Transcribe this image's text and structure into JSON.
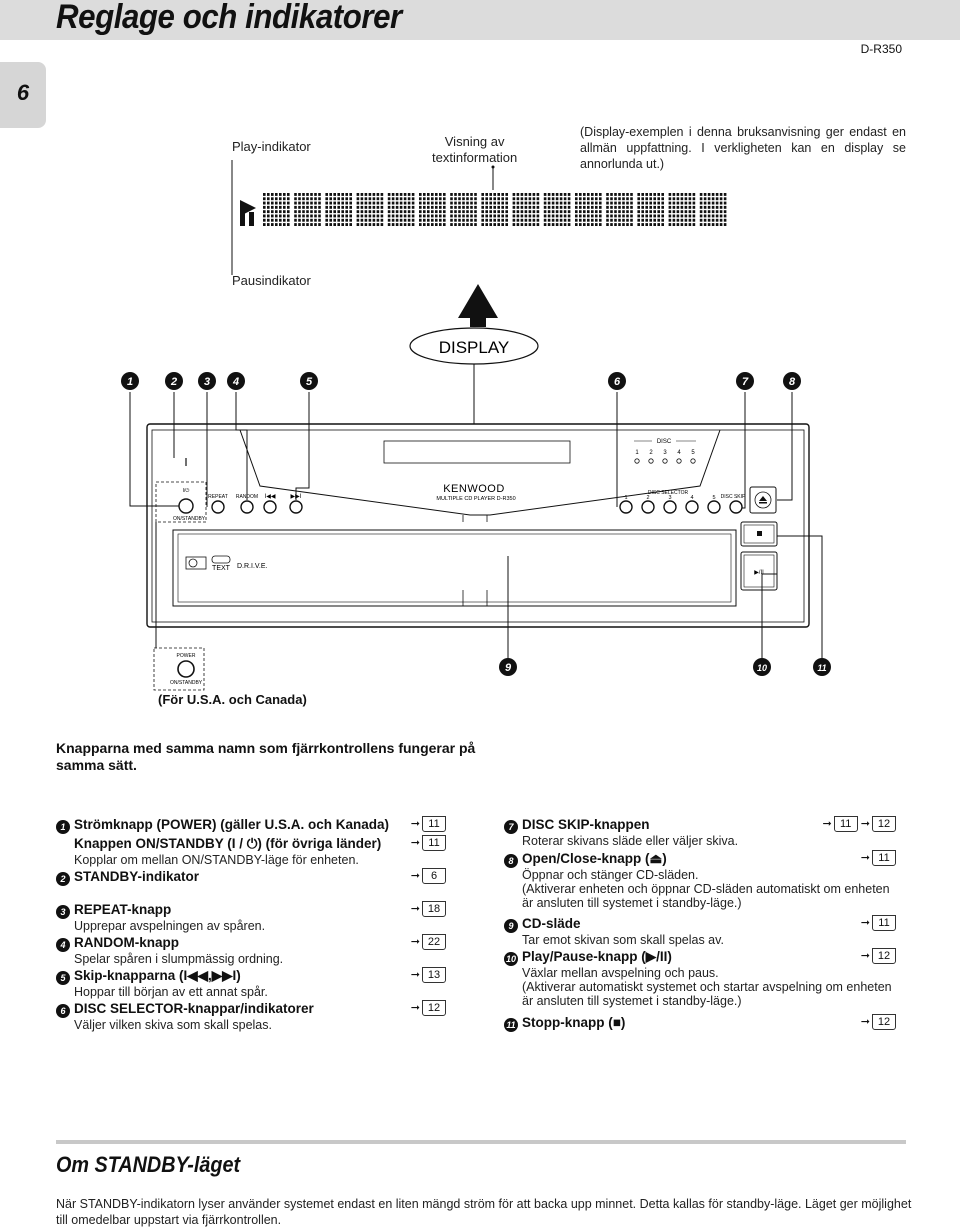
{
  "header": {
    "title": "Reglage och indikatorer",
    "model": "D-R350",
    "page_number": "6"
  },
  "display_section": {
    "play_indicator_label": "Play-indikator",
    "text_info_label_line1": "Visning av",
    "text_info_label_line2": "textinformation",
    "note": "(Display-exemplen i denna bruksanvisning ger endast en allmän uppfattning. I verkligheten kan en display se annorlunda ut.)",
    "pause_indicator_label": "Pausindikator",
    "display_callout": "DISPLAY"
  },
  "device": {
    "brand": "KENWOOD",
    "model_text": "MULTIPLE CD PLAYER D-R350",
    "disc_label": "DISC",
    "disc_numbers": [
      "1",
      "2",
      "3",
      "4",
      "5"
    ],
    "disc_selector_label": "DISC SELECTOR",
    "disc_skip_label": "DISC SKIP",
    "power_symbol": "I/⏻",
    "on_standby": "ON/STANDBY",
    "repeat": "REPEAT",
    "random": "RANDOM",
    "prev": "I◀◀",
    "next": "▶▶I",
    "eject": "⏏",
    "stop": "■",
    "play_pause": "▶/II",
    "text_logo": "TEXT",
    "drive": "D.R.I.V.E.",
    "power_label": "POWER",
    "on_standby_usa": "ON/STANDBY"
  },
  "callout_numbers": [
    "1",
    "2",
    "3",
    "4",
    "5",
    "6",
    "7",
    "8",
    "9",
    "10",
    "11"
  ],
  "usa_caption": "(För U.S.A. och Canada)",
  "remote_note": "Knapparna med samma namn som fjärrkontrollens fungerar på samma sätt.",
  "items_left": [
    {
      "num": "1",
      "title": "Strömknapp (POWER) (gäller U.S.A. och Kanada)",
      "refs": [
        "11"
      ]
    },
    {
      "num": "",
      "title": "Knappen ON/STANDBY (I / ⏻) (för övriga länder)",
      "refs": [
        "11"
      ],
      "desc": "Kopplar om mellan ON/STANDBY-läge för enheten."
    },
    {
      "num": "2",
      "title": "STANDBY-indikator",
      "refs": [
        "6"
      ]
    },
    {
      "num": "3",
      "title": "REPEAT-knapp",
      "refs": [
        "18"
      ],
      "desc": "Upprepar avspelningen av spåren."
    },
    {
      "num": "4",
      "title": "RANDOM-knapp",
      "refs": [
        "22"
      ],
      "desc": "Spelar spåren i slumpmässig ordning."
    },
    {
      "num": "5",
      "title": "Skip-knapparna (I◀◀,▶▶I)",
      "refs": [
        "13"
      ],
      "desc": "Hoppar till början av ett annat spår."
    },
    {
      "num": "6",
      "title": "DISC SELECTOR-knappar/indikatorer",
      "refs": [
        "12"
      ],
      "desc": "Väljer vilken skiva som skall spelas."
    }
  ],
  "items_right": [
    {
      "num": "7",
      "title": "DISC SKIP-knappen",
      "refs": [
        "11",
        "12"
      ],
      "desc": "Roterar skivans släde eller väljer skiva."
    },
    {
      "num": "8",
      "title": "Open/Close-knapp (⏏)",
      "refs": [
        "11"
      ],
      "desc": "Öppnar och stänger CD-släden.",
      "desc2": "(Aktiverar enheten och öppnar CD-släden automatiskt om enheten är ansluten till systemet i standby-läge.)"
    },
    {
      "num": "9",
      "title": "CD-släde",
      "refs": [
        "11"
      ],
      "desc": "Tar emot skivan som skall spelas av."
    },
    {
      "num": "10",
      "title": "Play/Pause-knapp (▶/II)",
      "refs": [
        "12"
      ],
      "desc": "Växlar mellan avspelning och paus.",
      "desc2": "(Aktiverar automatiskt systemet och startar avspelning om enheten är ansluten till systemet i standby-läge.)"
    },
    {
      "num": "11",
      "title": "Stopp-knapp (■)",
      "refs": [
        "12"
      ]
    }
  ],
  "standby": {
    "title": "Om STANDBY-läget",
    "text": "När STANDBY-indikatorn lyser använder systemet endast en liten mängd ström för att backa upp minnet. Detta kallas för standby-läge. Läget ger möjlighet till omedelbar uppstart via fjärrkontrollen."
  }
}
